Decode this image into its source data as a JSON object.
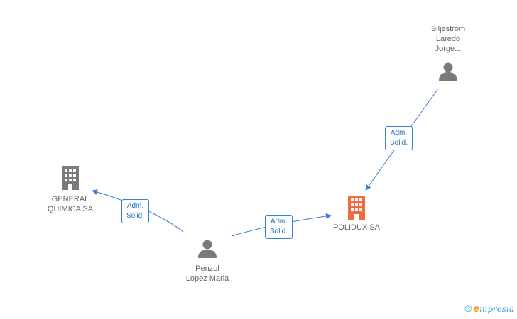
{
  "nodes": {
    "siljestrom": {
      "label": "Siljestrom\nLaredo\nJorge...",
      "type": "person"
    },
    "general_quimica": {
      "label": "GENERAL\nQUIMICA SA",
      "type": "company"
    },
    "polidux": {
      "label": "POLIDUX SA",
      "type": "company-highlight"
    },
    "penzol": {
      "label": "Penzol\nLopez Maria",
      "type": "person"
    }
  },
  "relations": {
    "rel_siljestrom_polidux": "Adm.\nSolid.",
    "rel_penzol_general": "Adm.\nSolid.",
    "rel_penzol_polidux": "Adm.\nSolid."
  },
  "colors": {
    "edge": "#3a7fd0",
    "person_icon": "#7a7a7a",
    "company_icon": "#7a7a7a",
    "highlight_company_icon": "#f26b3a"
  },
  "footer": {
    "copyright": "©",
    "brand_initial": "e",
    "brand_rest": "mpresia"
  }
}
